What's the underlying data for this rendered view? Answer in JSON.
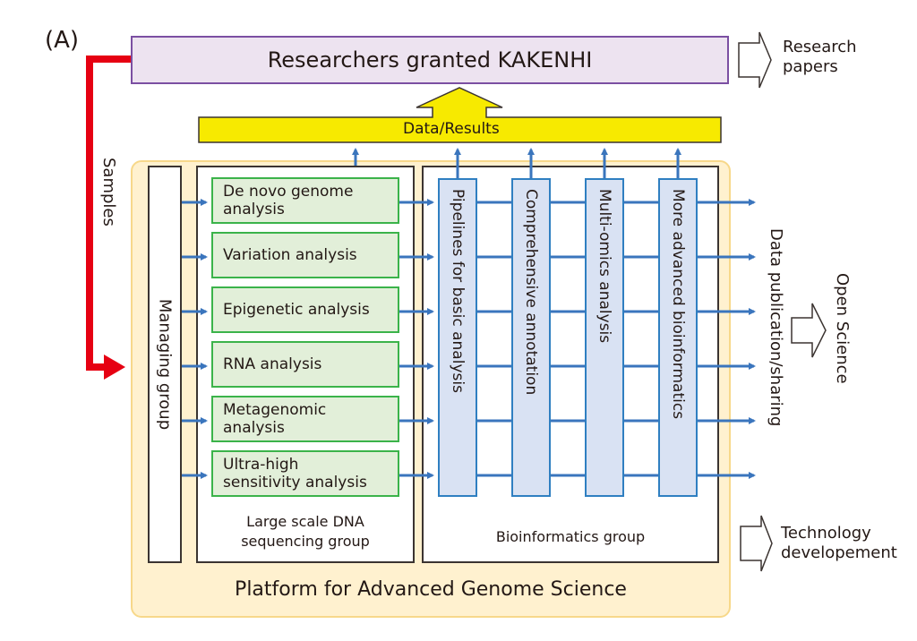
{
  "panel_label": "(A)",
  "researchers": {
    "label": "Researchers granted KAKENHI"
  },
  "outputs": {
    "research_papers": [
      "Research",
      "papers"
    ],
    "data_publication": "Data publication/sharing",
    "open_science": "Open Science",
    "technology": [
      "Technology",
      "developement"
    ]
  },
  "samples_label": "Samples",
  "data_results_label": "Data/Results",
  "platform": {
    "title": "Platform for Advanced Genome Science",
    "managing_group": "Managing group",
    "dna_group": {
      "label": [
        "Large scale DNA",
        "sequencing group"
      ],
      "analyses": [
        [
          "De novo genome",
          "analysis"
        ],
        [
          "Variation analysis"
        ],
        [
          "Epigenetic analysis"
        ],
        [
          "RNA analysis"
        ],
        [
          "Metagenomic",
          "analysis"
        ],
        [
          "Ultra-high",
          "sensitivity analysis"
        ]
      ]
    },
    "bio_group": {
      "label": "Bioinformatics group",
      "columns": [
        "Pipelines for basic analysis",
        "Comprehensive annotation",
        "Multi-omics analysis",
        "More advanced bioinformatics"
      ]
    }
  },
  "colors": {
    "samples_arrow": "#e60012",
    "flow_arrow": "#3a75bd",
    "data_bar": "#f7ea00",
    "researchers_fill": "#ede3f0",
    "researchers_border": "#7b4fa2",
    "platform_fill": "#fff1cf",
    "analysis_fill": "#e2efd9",
    "analysis_border": "#3bb34a",
    "bio_col_fill": "#d9e2f3",
    "bio_col_border": "#2f7fc1"
  }
}
